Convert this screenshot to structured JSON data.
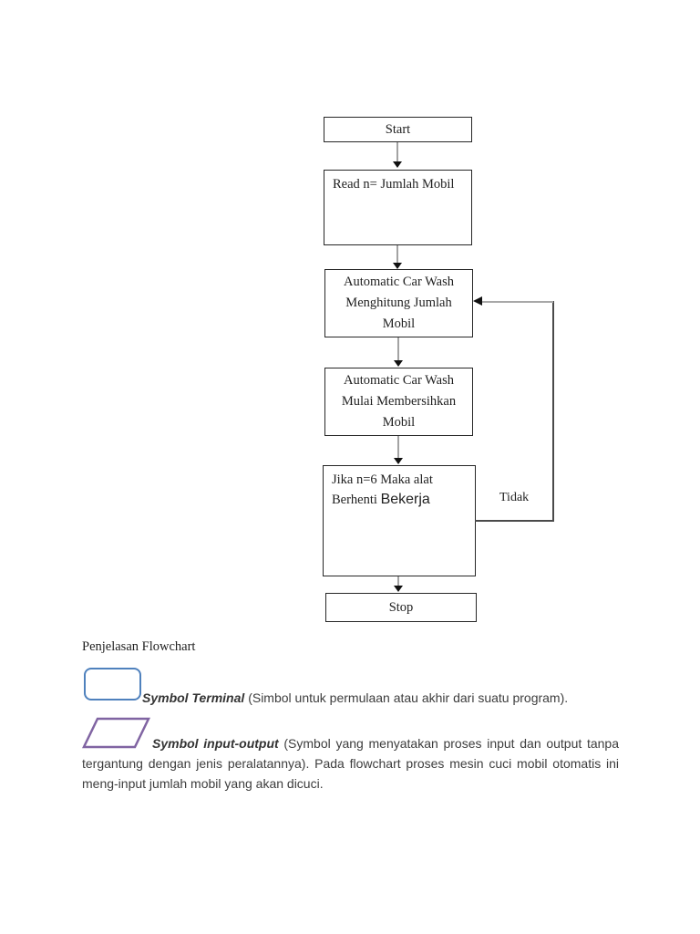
{
  "document": {
    "flowchart": {
      "nodes": {
        "start": {
          "label": "Start"
        },
        "read": {
          "label": "Read n= Jumlah Mobil"
        },
        "count": {
          "lines": [
            "Automatic Car Wash",
            "Menghitung Jumlah",
            "Mobil"
          ]
        },
        "wash": {
          "lines": [
            "Automatic Car Wash",
            "Mulai Membersihkan",
            "Mobil"
          ]
        },
        "decision": {
          "line1": "Jika n=6 Maka alat",
          "line2_serif": "Berhenti ",
          "line2_sans": "Bekerja"
        },
        "stop": {
          "label": "Stop"
        }
      },
      "edge_label_no": "Tidak"
    },
    "explanation": {
      "heading": "Penjelasan Flowchart",
      "terminal": {
        "symbol": "terminal-rounded-rectangle",
        "name": "Symbol Terminal",
        "description": "(Simbol untuk permulaan atau akhir dari suatu program)."
      },
      "input_output": {
        "symbol": "parallelogram",
        "name": "Symbol input-output",
        "line1_rest": "(Symbol yang menyatakan proses input dan output tanpa",
        "line2": "tergantung dengan jenis peralatannya). Pada flowchart proses mesin cuci mobil otomatis ini",
        "line3": "meng-input jumlah mobil yang akan dicuci."
      }
    },
    "colors": {
      "terminal_border": "#4f81bd",
      "io_border": "#8064a2",
      "box_border": "#262626",
      "connector_line": "#a3a3a3",
      "loop_line": "#4a4a4a",
      "arrowhead": "#111111",
      "flow_text": "#1f1f1f",
      "body_text": "#3d3d3d",
      "page_background": "#ffffff"
    }
  }
}
